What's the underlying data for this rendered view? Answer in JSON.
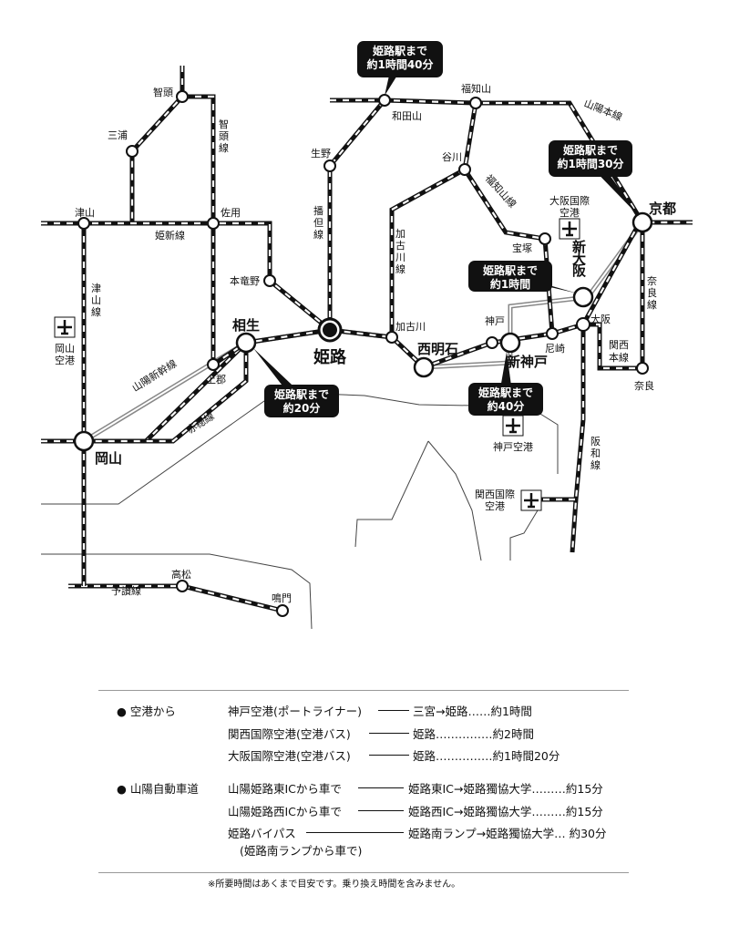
{
  "map": {
    "stations": {
      "himeji": "姫路",
      "aioi": "相生",
      "okayama": "岡山",
      "nishiakashi": "西明石",
      "shinkobe": "新神戸",
      "shinosaka": "新大阪",
      "kyoto": "京都",
      "chizu": "智頭",
      "miura": "三浦",
      "tsuyama": "津山",
      "sayo": "佐用",
      "hontatsuno": "本竜野",
      "kamigori": "上郡",
      "ikuno": "生野",
      "wadayama": "和田山",
      "fukuchiyama": "福知山",
      "tanigawa": "谷川",
      "kakogawa": "加古川",
      "takarazuka": "宝塚",
      "kobe": "神戸",
      "amagasaki": "尼崎",
      "osaka": "大阪",
      "nara": "奈良",
      "takamatsu": "高松",
      "naruto": "鳴門"
    },
    "lines": {
      "chizu": "智頭線",
      "kishin": "姫新線",
      "tsuyama": "津山線",
      "bantan": "播但線",
      "kakogawa": "加古川線",
      "fukuchiyama": "福知山線",
      "sanyo_honsen": "山陽本線",
      "sanyo_shinkansen": "山陽新幹線",
      "ako": "赤穂線",
      "nara": "奈良線",
      "kansai_honsen": "関西本線",
      "hanwa": "阪和線",
      "yosan": "予讃線"
    },
    "airports": {
      "okayama": [
        "岡山",
        "空港"
      ],
      "itami": [
        "大阪国際",
        "空港"
      ],
      "kobe": "神戸空港",
      "kansai": [
        "関西国際",
        "空港"
      ]
    },
    "callouts": {
      "wadayama": [
        "姫路駅まで",
        "約1時間40分"
      ],
      "kyoto": [
        "姫路駅まで",
        "約1時間30分"
      ],
      "shinosaka": [
        "姫路駅まで",
        "約1時間"
      ],
      "aioi": [
        "姫路駅まで",
        "約20分"
      ],
      "shinkobe": [
        "姫路駅まで",
        "約40分"
      ]
    },
    "icons": {
      "airport": "airplane-icon",
      "station": "station-circle"
    },
    "colors": {
      "rail": "#111111",
      "shinkansen": "#888888",
      "callout": "#111111",
      "coast": "#444444"
    }
  },
  "access": {
    "airport": {
      "heading": "● 空港から",
      "rows": [
        {
          "route": "神戸空港(ポートライナー)",
          "detail": "三宮→姫路……約1時間"
        },
        {
          "route": "関西国際空港(空港バス)",
          "detail": "姫路……………約2時間"
        },
        {
          "route": "大阪国際空港(空港バス)",
          "detail": "姫路……………約1時間20分"
        }
      ]
    },
    "expressway": {
      "heading": "● 山陽自動車道",
      "rows": [
        {
          "route": "山陽姫路東ICから車で",
          "detail": "姫路東IC→姫路獨協大学………約15分"
        },
        {
          "route": "山陽姫路西ICから車で",
          "detail": "姫路西IC→姫路獨協大学………約15分"
        },
        {
          "route": "姫路バイパス",
          "route2": "(姫路南ランプから車で)",
          "detail": "姫路南ランプ→姫路獨協大学… 約30分"
        }
      ]
    },
    "footnote": "※所要時間はあくまで目安です。乗り換え時間を含みません。"
  }
}
